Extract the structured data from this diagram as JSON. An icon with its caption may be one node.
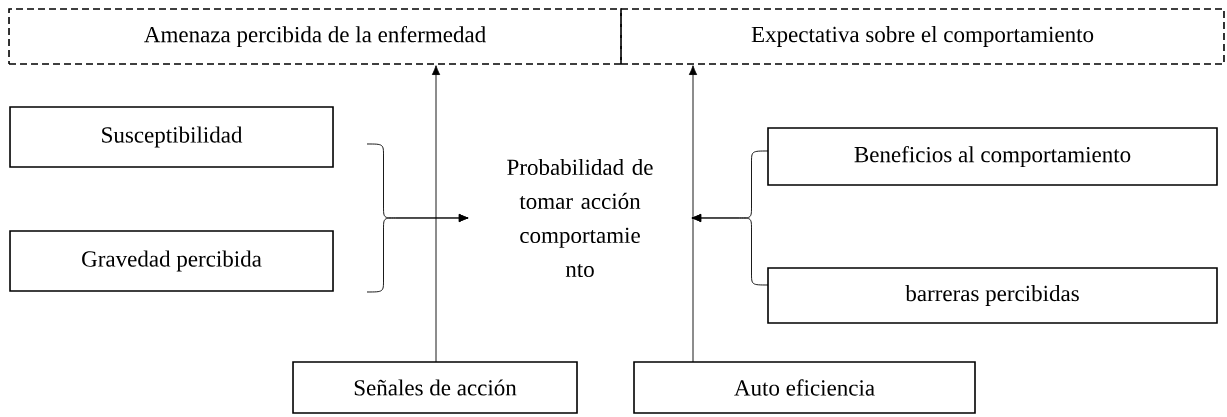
{
  "diagram": {
    "nodes": [
      {
        "text": [
          "Amenaza percibida de la enfermedad"
        ]
      },
      {
        "text": [
          "Expectativa sobre el comportamiento"
        ]
      },
      {
        "text": [
          "Susceptibilidad"
        ]
      },
      {
        "text": [
          "Gravedad percibida"
        ]
      },
      {
        "text": [
          "Probabilidad de tomar acción comportamie nto"
        ]
      },
      {
        "text": [
          "Beneficios al comportamiento"
        ]
      },
      {
        "text": [
          "barreras percibidas"
        ]
      },
      {
        "text": [
          "Señales de acción"
        ]
      },
      {
        "text": [
          "Auto eficiencia"
        ]
      }
    ],
    "edges": [
      {
        "from": 2,
        "to": 4,
        "arrow": "to"
      },
      {
        "from": 3,
        "to": 4,
        "arrow": "to"
      },
      {
        "from": 5,
        "to": 4,
        "arrow": "to"
      },
      {
        "from": 6,
        "to": 4,
        "arrow": "to"
      },
      {
        "from": 7,
        "to": 0,
        "arrow": "to"
      },
      {
        "from": 8,
        "to": 1,
        "arrow": "to"
      }
    ]
  }
}
